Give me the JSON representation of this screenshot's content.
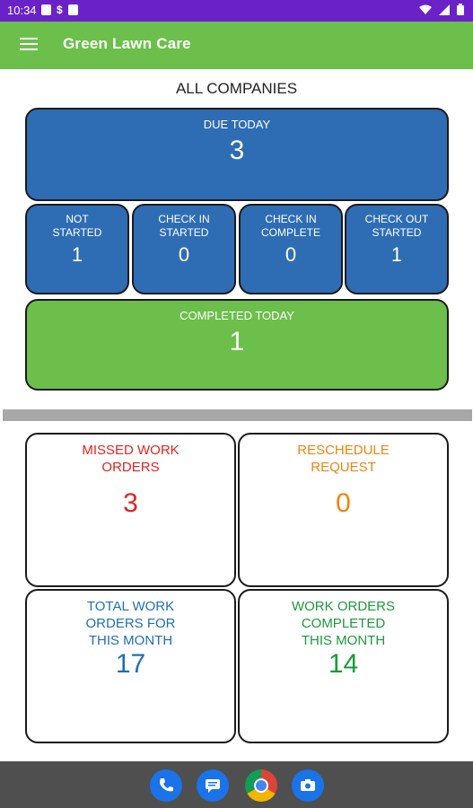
{
  "status_bar": {
    "time": "10:34",
    "status_icons": [
      "notification-icon",
      "dollar-icon",
      "sd-card-icon"
    ],
    "right_icons": [
      "wifi-icon",
      "signal-icon",
      "battery-icon"
    ]
  },
  "app_bar": {
    "title": "Green Lawn Care",
    "menu_icon": "menu-icon"
  },
  "section_title": "ALL COMPANIES",
  "due_today": {
    "label": "DUE TODAY",
    "value": "3",
    "color": "#2e6db4"
  },
  "status_tiles": [
    {
      "label": "NOT\nSTARTED",
      "value": "1"
    },
    {
      "label": "CHECK IN\nSTARTED",
      "value": "0"
    },
    {
      "label": "CHECK IN\nCOMPLETE",
      "value": "0"
    },
    {
      "label": "CHECK OUT\nSTARTED",
      "value": "1"
    }
  ],
  "completed_today": {
    "label": "COMPLETED TODAY",
    "value": "1",
    "color": "#6cbf4b"
  },
  "summary_cards": [
    {
      "label": "MISSED WORK\nORDERS",
      "value": "3",
      "color": "#e8211e"
    },
    {
      "label": "RESCHEDULE\nREQUEST",
      "value": "0",
      "color": "#f0830f"
    },
    {
      "label": "TOTAL WORK\nORDERS FOR\nTHIS MONTH",
      "value": "17",
      "color": "#1f6fb2"
    },
    {
      "label": "WORK ORDERS\nCOMPLETED\nTHIS MONTH",
      "value": "14",
      "color": "#1c9a3c"
    }
  ],
  "dock": [
    "phone-icon",
    "messages-icon",
    "chrome-icon",
    "camera-icon"
  ]
}
